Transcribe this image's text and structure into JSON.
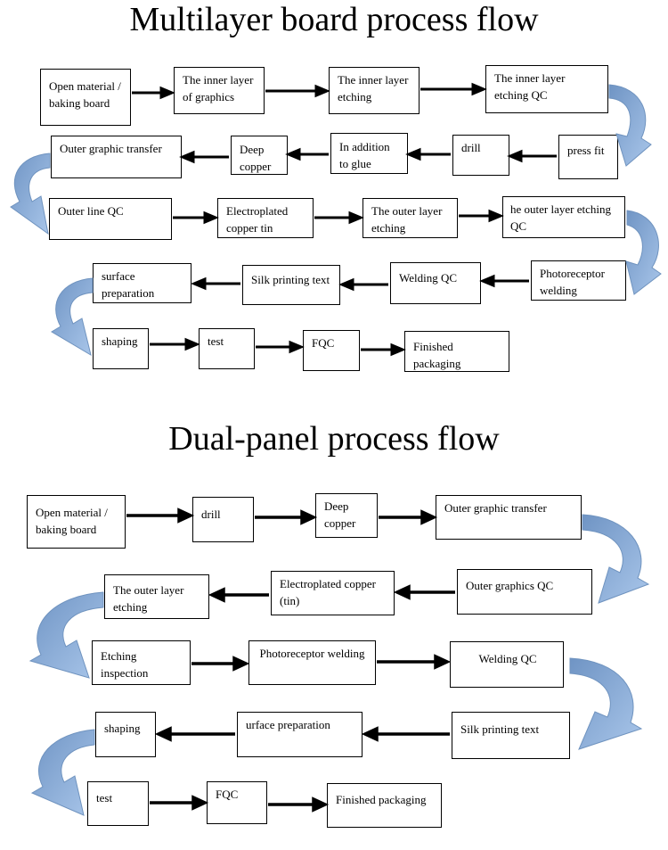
{
  "multilayer": {
    "title": "Multilayer board process flow",
    "steps": [
      "Open material / baking board",
      "The inner layer of graphics",
      "The inner layer etching",
      "The inner layer etching QC",
      "press fit",
      "drill",
      "In addition to glue",
      "Deep copper",
      "Outer graphic transfer",
      "Outer line QC",
      "Electroplated copper tin",
      "The outer layer etching",
      "he outer layer etching QC",
      "Photoreceptor welding",
      "Welding QC",
      "Silk printing text",
      "surface preparation",
      "shaping",
      "test",
      "FQC",
      "Finished packaging"
    ]
  },
  "dual_panel": {
    "title": "Dual-panel process flow",
    "steps": [
      "Open material / baking board",
      "drill",
      "Deep copper",
      "Outer graphic transfer",
      "Outer graphics QC",
      "Electroplated copper (tin)",
      "The outer layer etching",
      "Etching inspection",
      "Photoreceptor welding",
      "Welding QC",
      "Silk printing text",
      "urface preparation",
      "shaping",
      "test",
      "FQC",
      "Finished packaging"
    ]
  },
  "colors": {
    "curved_arrow_fill": "#8aaed8",
    "curved_arrow_stroke": "#6f93bf"
  }
}
